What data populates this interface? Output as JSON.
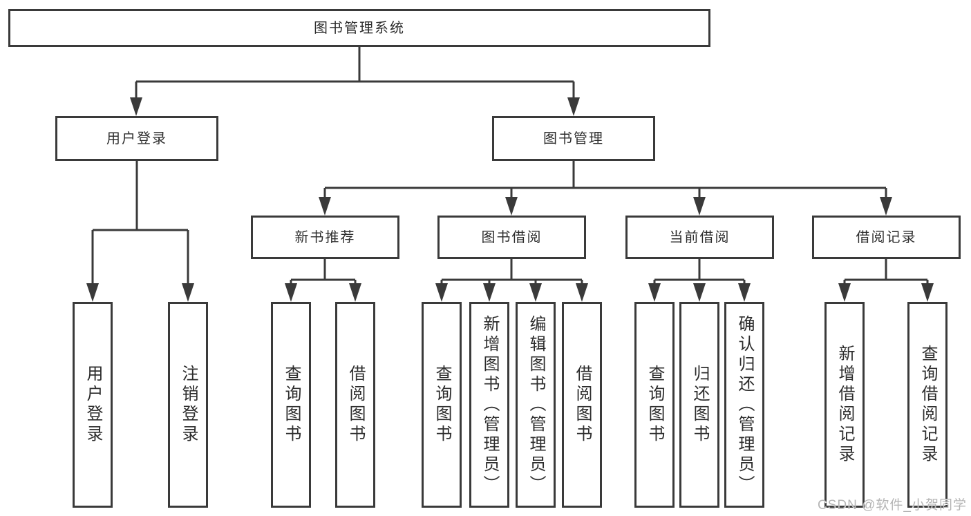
{
  "tree": {
    "root": {
      "label": "图书管理系统"
    },
    "children": [
      {
        "label": "用户登录",
        "children": [
          {
            "label": "用户登录"
          },
          {
            "label": "注销登录"
          }
        ]
      },
      {
        "label": "图书管理",
        "children": [
          {
            "label": "新书推荐",
            "children": [
              {
                "label": "查询图书"
              },
              {
                "label": "借阅图书"
              }
            ]
          },
          {
            "label": "图书借阅",
            "children": [
              {
                "label": "查询图书"
              },
              {
                "label": "新增图书（管理员）"
              },
              {
                "label": "编辑图书（管理员）"
              },
              {
                "label": "借阅图书"
              }
            ]
          },
          {
            "label": "当前借阅",
            "children": [
              {
                "label": "查询图书"
              },
              {
                "label": "归还图书"
              },
              {
                "label": "确认归还（管理员）"
              }
            ]
          },
          {
            "label": "借阅记录",
            "children": [
              {
                "label": "新增借阅记录"
              },
              {
                "label": "查询借阅记录"
              }
            ]
          }
        ]
      }
    ]
  },
  "watermark": {
    "text": "CSDN @软件_小贺同学",
    "color": "#b5b5b5"
  },
  "style": {
    "line_color": "#3a3a3a",
    "box_border_color": "#3a3a3a",
    "text_color": "#2d2d2d",
    "background": "#ffffff"
  }
}
